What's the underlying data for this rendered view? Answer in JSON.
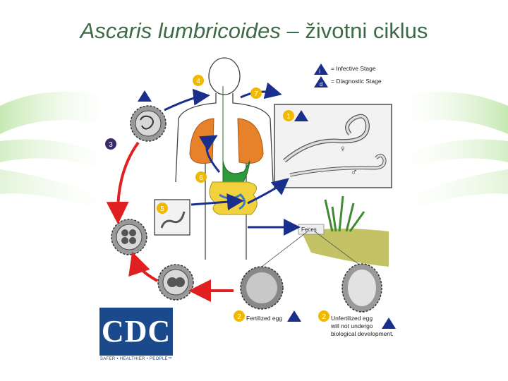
{
  "slide": {
    "title_italic": "Ascaris lumbricoides",
    "title_rest": " – životni ciklus"
  },
  "legend": {
    "infective_symbol": "i",
    "infective_label": "= Infective Stage",
    "diagnostic_symbol": "d",
    "diagnostic_label": "= Diagnostic Stage"
  },
  "steps": {
    "s1": "1",
    "s2a": "2",
    "s2b": "2",
    "s3": "3",
    "s4": "4",
    "s5": "5",
    "s6": "6",
    "s7": "7"
  },
  "labels": {
    "feces": "Feces",
    "fertilized_egg": "Fertilized egg",
    "unfertilized_line1": "Unfertilized egg",
    "unfertilized_line2": "will not undergo",
    "unfertilized_line3": "biological development.",
    "female_symbol": "♀",
    "male_symbol": "♂"
  },
  "logo": {
    "text": "CDC",
    "tagline": "SAFER • HEALTHIER • PEOPLE™"
  },
  "colors": {
    "title": "#3d6a47",
    "step_badge": "#f0b800",
    "step_3_badge": "#3a2a6a",
    "red_arrow": "#e02020",
    "blue_arrow": "#1a2f8c",
    "lungs": "#e8822a",
    "intestine": "#f2d23c",
    "esophagus": "#2e9a3c",
    "cdc_blue": "#1a4a8c"
  }
}
